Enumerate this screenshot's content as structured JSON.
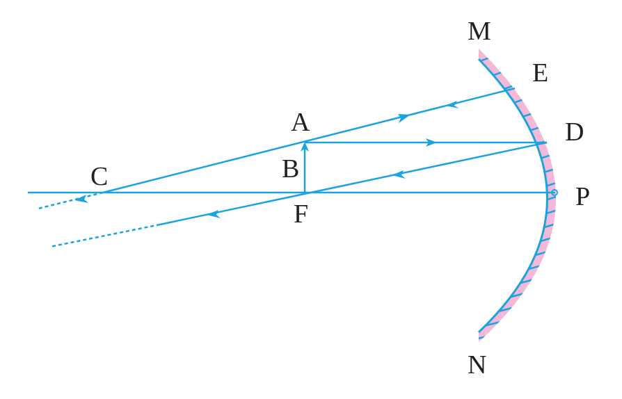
{
  "diagram": {
    "labels": {
      "M": "M",
      "E": "E",
      "A": "A",
      "D": "D",
      "B": "B",
      "C": "C",
      "P": "P",
      "F": "F",
      "N": "N"
    },
    "colors": {
      "ray": "#1ba3dc",
      "mirror_face": "#f4b8d8",
      "hatch": "#1ba3dc",
      "text": "#231f20",
      "background": "#ffffff"
    }
  }
}
